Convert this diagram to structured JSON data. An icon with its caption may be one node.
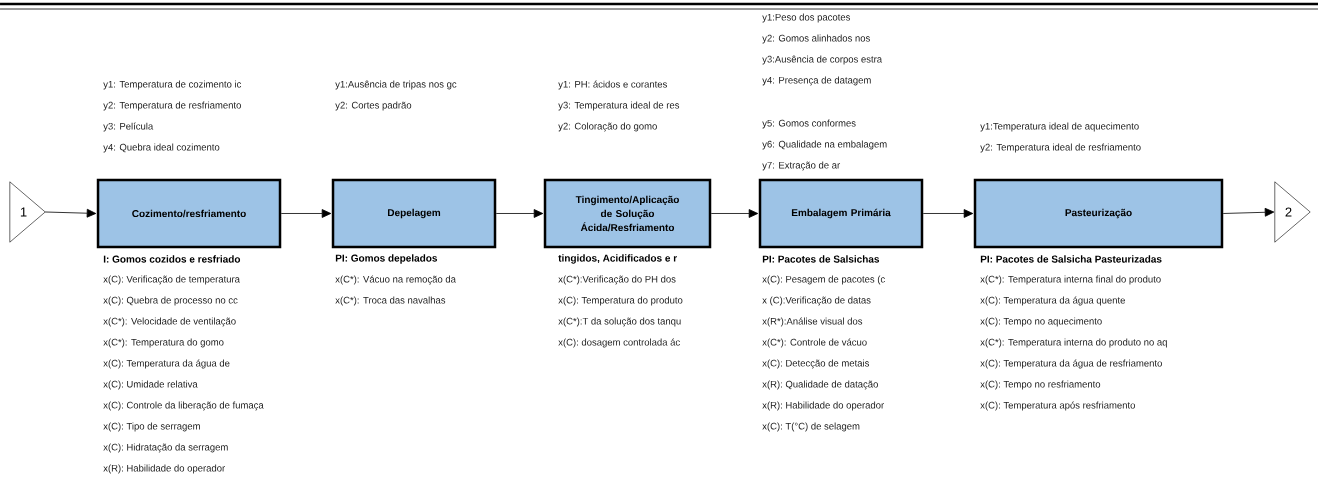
{
  "diagram": {
    "nodes": [
      {
        "text": [
          "1"
        ]
      },
      {
        "text": [
          "Cozimento/resfriamento"
        ],
        "beside": [
          "y1: Temperatura de cozimento ic",
          "y2: Temperatura de resfriamento",
          "y3: Película",
          "y4: Quebra ideal cozimento",
          "I: Gomos cozidos e resfriado",
          "x(C): Verificação de temperatura",
          "x(C): Quebra de processo no cc",
          "x(C*): Velocidade de ventilação",
          "x(C*): Temperatura do gomo",
          "x(C): Temperatura da água de",
          "x(C): Umidade relativa",
          "x(C): Controle da liberação de fumaça",
          "x(C): Tipo de serragem",
          "x(C): Hidratação da serragem",
          "x(R): Habilidade do operador"
        ]
      },
      {
        "text": [
          "Depelagem"
        ],
        "beside": [
          "y1:Ausência de tripas nos gc",
          "y2: Cortes padrão",
          "PI: Gomos depelados",
          "x(C*): Vácuo na remoção da",
          "x(C*): Troca das navalhas"
        ]
      },
      {
        "text": [
          "Tingimento/Aplicação de Solução Ácida/Resfriamento"
        ],
        "beside": [
          "y1: PH: ácidos e corantes",
          "y3: Temperatura ideal de res",
          "y2: Coloração do gomo",
          "tingidos, Acidificados e r",
          "x(C*):Verificação do PH dos",
          "x(C): Temperatura do produto",
          "x(C*):T da solução dos tanqu",
          "x(C): dosagem controlada ác"
        ]
      },
      {
        "text": [
          "Embalagem Primária"
        ],
        "beside": [
          "y1:Peso dos pacotes",
          "y2: Gomos alinhados nos",
          "y3:Ausência de corpos estra",
          "y4: Presença de datagem",
          "y5: Gomos conformes",
          "y6: Qualidade na embalagem",
          "y7: Extração de ar",
          "PI: Pacotes de Salsichas",
          "x(C): Pesagem de pacotes (c",
          "x (C):Verificação de datas",
          "x(R*):Análise visual dos",
          "x(C*): Controle de vácuo",
          "x(C): Detecção de metais",
          "x(R): Qualidade de datação",
          "x(R): Habilidade do operador",
          "x(C): T(°C) de selagem"
        ]
      },
      {
        "text": [
          "Pasteurização"
        ],
        "beside": [
          "y1:Temperatura ideal de aquecimento",
          "y2: Temperatura ideal de resfriamento",
          "PI: Pacotes de Salsicha Pasteurizadas",
          "x(C*): Temperatura interna final do produto",
          "x(C): Temperatura da água quente",
          "x(C): Tempo no aquecimento",
          "x(C*): Temperatura interna do produto no aq",
          "x(C): Temperatura da água de resfriamento",
          "x(C): Tempo no resfriamento",
          "x(C): Temperatura após resfriamento"
        ]
      },
      {
        "text": [
          "2"
        ]
      }
    ],
    "edges": [
      {
        "from": 0,
        "to": 1,
        "arrow": "to"
      },
      {
        "from": 1,
        "to": 2,
        "arrow": "to"
      },
      {
        "from": 2,
        "to": 3,
        "arrow": "to"
      },
      {
        "from": 3,
        "to": 4,
        "arrow": "to"
      },
      {
        "from": 4,
        "to": 5,
        "arrow": "to"
      },
      {
        "from": 5,
        "to": 6,
        "arrow": "to"
      }
    ]
  }
}
